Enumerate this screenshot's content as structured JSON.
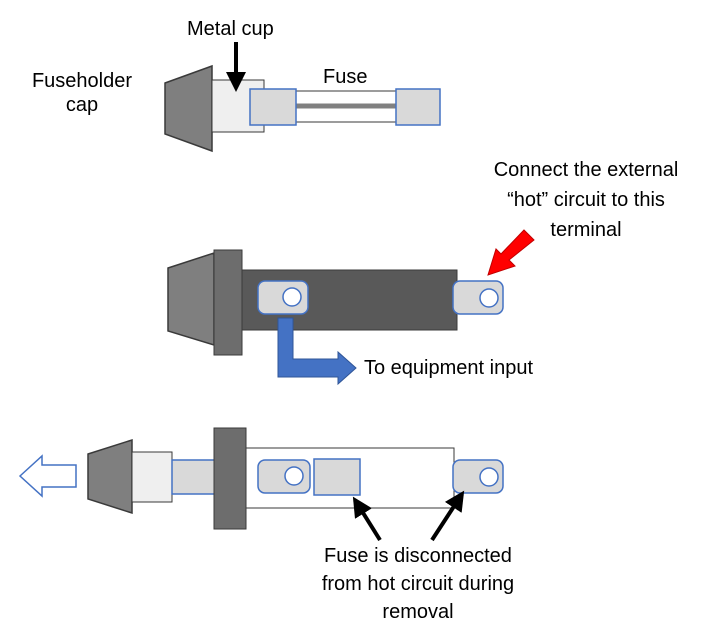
{
  "labels": {
    "metal_cup": "Metal cup",
    "fuse": "Fuse",
    "fuseholder_cap_line1": "Fuseholder",
    "fuseholder_cap_line2": "cap",
    "connect_line1": "Connect the external",
    "connect_line2": "“hot” circuit to this",
    "connect_line3": "terminal",
    "equipment_input": "To equipment input",
    "disconnected_line1": "Fuse is disconnected",
    "disconnected_line2": "from hot circuit during",
    "disconnected_line3": "removal"
  },
  "colors": {
    "cap_fill": "#7f7f7f",
    "cap_stroke": "#3a3a3a",
    "body_fill": "#595959",
    "flange_fill": "#6d6d6d",
    "metal_cup": "#efefef",
    "fuse_end_fill": "#d9d9d9",
    "fuse_end_stroke": "#4472c4",
    "fuse_wire": "#808080",
    "hot_arrow": "#ff0000",
    "equipment_arrow": "#4472c4",
    "removal_arrow_stroke": "#4472c4",
    "terminal_hole": "#ffffff"
  }
}
